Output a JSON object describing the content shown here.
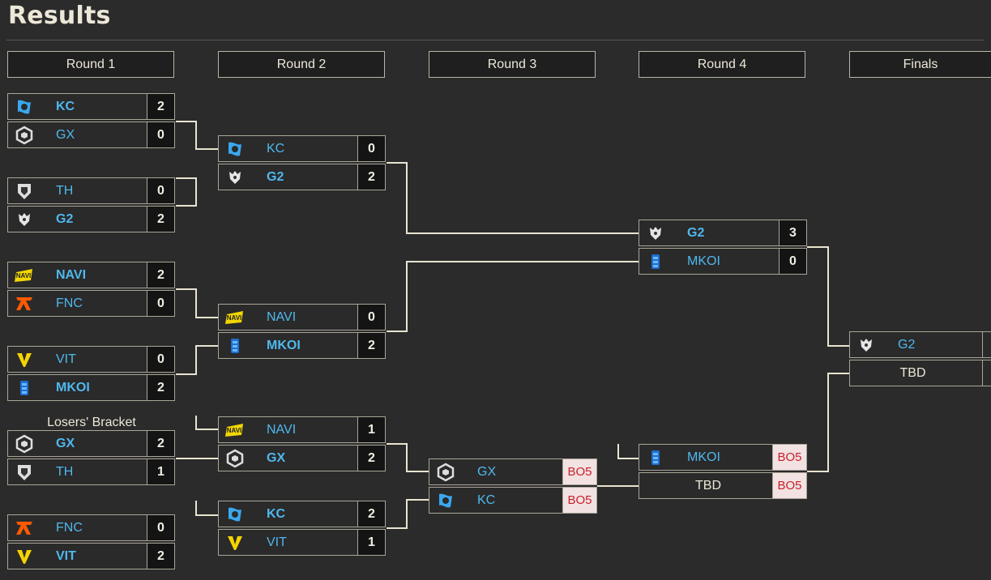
{
  "title": "Results",
  "rounds": [
    "Round 1",
    "Round 2",
    "Round 3",
    "Round 4",
    "Finals"
  ],
  "losers_label": "Losers' Bracket",
  "matches": {
    "r1m1": [
      {
        "team": "KC",
        "icon": "kc-logo",
        "score": "2",
        "win": true
      },
      {
        "team": "GX",
        "icon": "gx-logo",
        "score": "0",
        "win": false
      }
    ],
    "r1m2": [
      {
        "team": "TH",
        "icon": "th-logo",
        "score": "0",
        "win": false
      },
      {
        "team": "G2",
        "icon": "g2-logo",
        "score": "2",
        "win": true
      }
    ],
    "r1m3": [
      {
        "team": "NAVI",
        "icon": "navi-logo",
        "score": "2",
        "win": true
      },
      {
        "team": "FNC",
        "icon": "fnc-logo",
        "score": "0",
        "win": false
      }
    ],
    "r1m4": [
      {
        "team": "VIT",
        "icon": "vit-logo",
        "score": "0",
        "win": false
      },
      {
        "team": "MKOI",
        "icon": "mkoi-logo",
        "score": "2",
        "win": true
      }
    ],
    "r1m5": [
      {
        "team": "GX",
        "icon": "gx-logo",
        "score": "2",
        "win": true
      },
      {
        "team": "TH",
        "icon": "th-logo",
        "score": "1",
        "win": false
      }
    ],
    "r1m6": [
      {
        "team": "FNC",
        "icon": "fnc-logo",
        "score": "0",
        "win": false
      },
      {
        "team": "VIT",
        "icon": "vit-logo",
        "score": "2",
        "win": true
      }
    ],
    "r2m1": [
      {
        "team": "KC",
        "icon": "kc-logo",
        "score": "0",
        "win": false
      },
      {
        "team": "G2",
        "icon": "g2-logo",
        "score": "2",
        "win": true
      }
    ],
    "r2m2": [
      {
        "team": "NAVI",
        "icon": "navi-logo",
        "score": "0",
        "win": false
      },
      {
        "team": "MKOI",
        "icon": "mkoi-logo",
        "score": "2",
        "win": true
      }
    ],
    "r2m3": [
      {
        "team": "NAVI",
        "icon": "navi-logo",
        "score": "1",
        "win": false
      },
      {
        "team": "GX",
        "icon": "gx-logo",
        "score": "2",
        "win": true
      }
    ],
    "r2m4": [
      {
        "team": "KC",
        "icon": "kc-logo",
        "score": "2",
        "win": true
      },
      {
        "team": "VIT",
        "icon": "vit-logo",
        "score": "1",
        "win": false
      }
    ],
    "r3m1": [
      {
        "team": "GX",
        "icon": "gx-logo",
        "score": "BO5",
        "win": false
      },
      {
        "team": "KC",
        "icon": "kc-logo",
        "score": "BO5",
        "win": false
      }
    ],
    "r4m1": [
      {
        "team": "G2",
        "icon": "g2-logo",
        "score": "3",
        "win": true
      },
      {
        "team": "MKOI",
        "icon": "mkoi-logo",
        "score": "0",
        "win": false
      }
    ],
    "r4m2": [
      {
        "team": "MKOI",
        "icon": "mkoi-logo",
        "score": "BO5",
        "win": false
      },
      {
        "team": "TBD",
        "icon": "",
        "score": "BO5",
        "win": false
      }
    ],
    "final": [
      {
        "team": "G2",
        "icon": "g2-logo",
        "score": "",
        "win": false
      },
      {
        "team": "TBD",
        "icon": "",
        "score": "",
        "win": false
      }
    ]
  },
  "colors": {
    "background": "#2b2b2b",
    "team_name": "#4fb8ee",
    "score_box": "#141414",
    "bo5_box": "#f2e2e2",
    "bo5_text": "#c8202a",
    "connector": "#e8e4d0"
  }
}
